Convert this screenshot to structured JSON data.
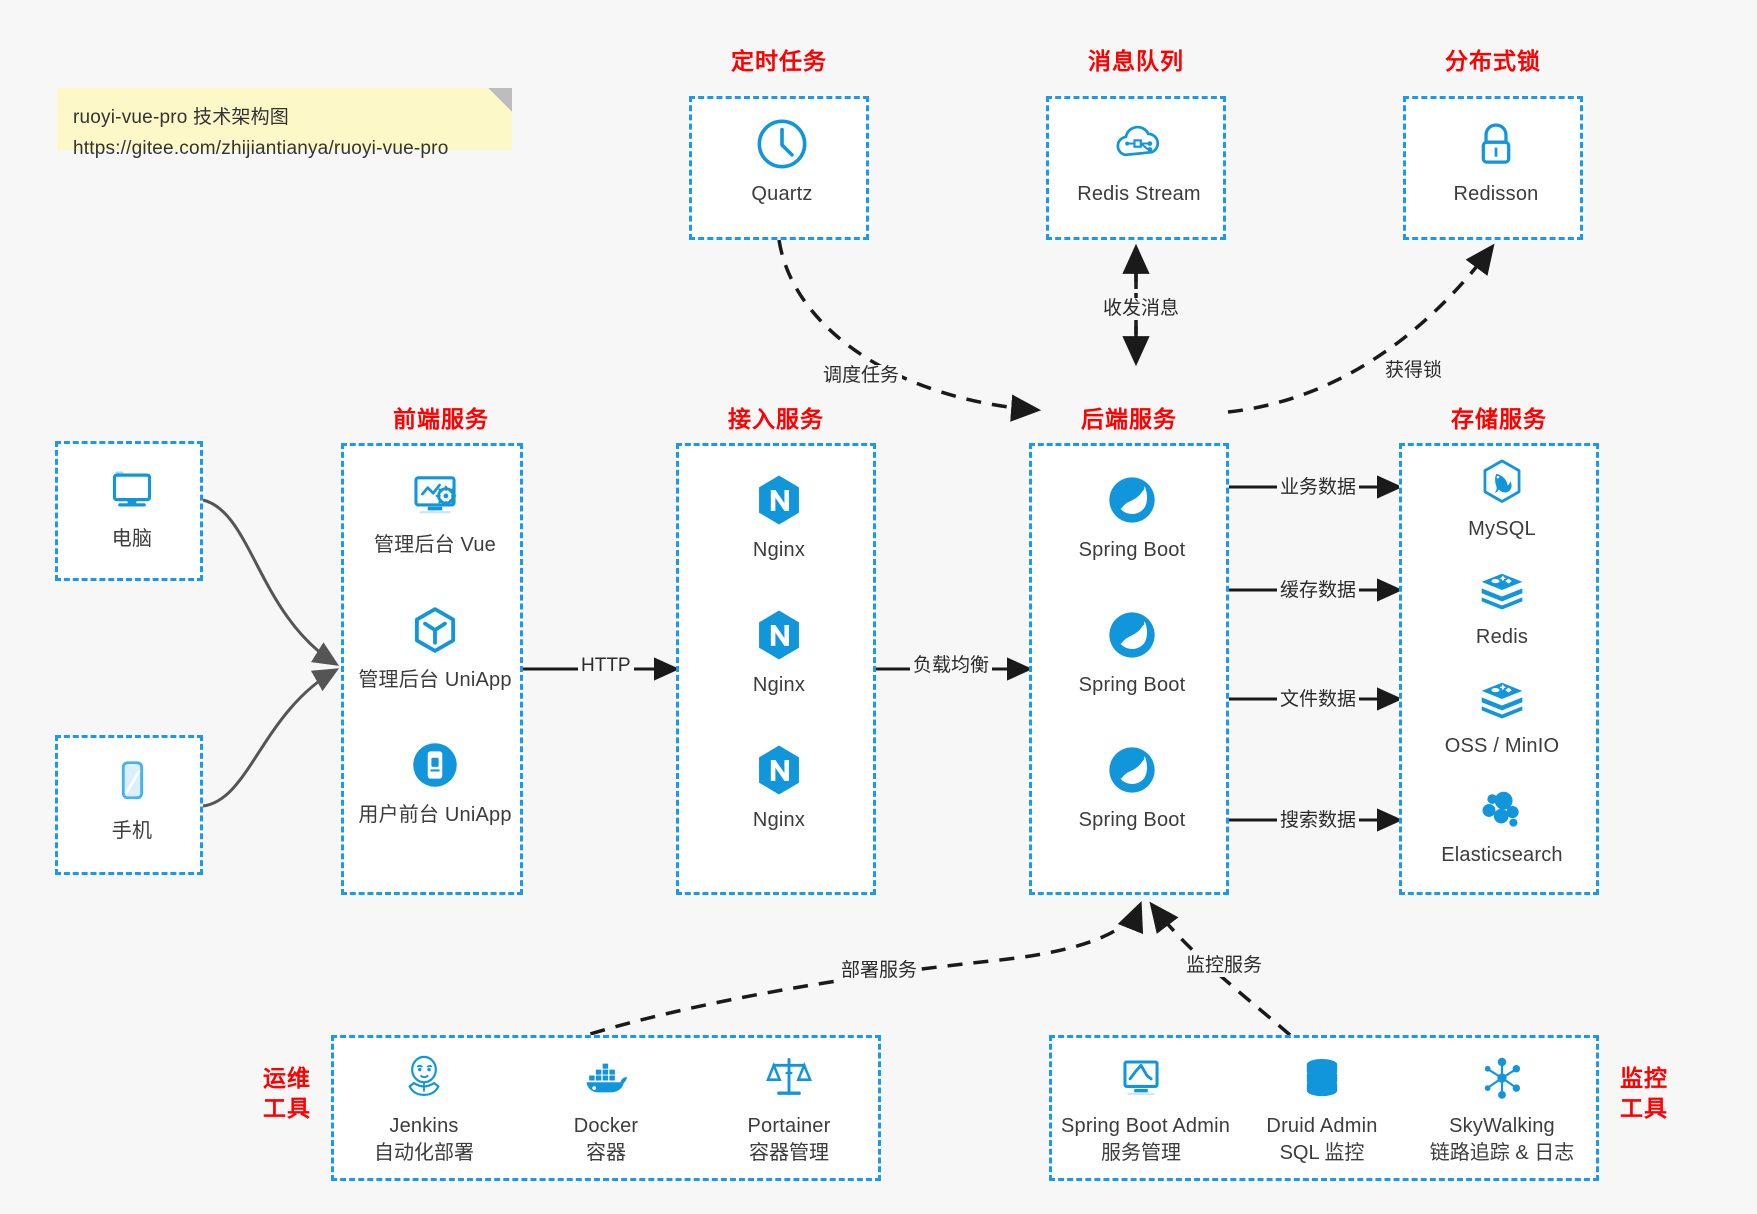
{
  "note": {
    "line1": "ruoyi-vue-pro 技术架构图",
    "line2": "https://gitee.com/zhijiantianya/ruoyi-vue-pro"
  },
  "colors": {
    "accent_blue": "#1a9aef",
    "icon_blue": "#1296db",
    "title_red": "#ff0000",
    "background": "#f7f7f7",
    "note_yellow": "#fcf8c8",
    "arrow_dark": "#1a1a1a",
    "curve_gray": "#555555"
  },
  "groups": {
    "scheduler": {
      "title": "定时任务",
      "nodes": [
        {
          "label": "Quartz",
          "icon": "clock-icon"
        }
      ]
    },
    "mq": {
      "title": "消息队列",
      "nodes": [
        {
          "label": "Redis Stream",
          "icon": "cloud-network-icon"
        }
      ]
    },
    "lock": {
      "title": "分布式锁",
      "nodes": [
        {
          "label": "Redisson",
          "icon": "lock-icon"
        }
      ]
    },
    "client_pc": {
      "nodes": [
        {
          "label": "电脑",
          "icon": "monitor-icon"
        }
      ]
    },
    "client_phone": {
      "nodes": [
        {
          "label": "手机",
          "icon": "phone-icon"
        }
      ]
    },
    "frontend": {
      "title": "前端服务",
      "nodes": [
        {
          "label": "管理后台 Vue",
          "icon": "dashboard-gear-icon"
        },
        {
          "label": "管理后台 UniApp",
          "icon": "hexagon-uniapp-icon"
        },
        {
          "label": "用户前台 UniApp",
          "icon": "mobile-app-icon"
        }
      ]
    },
    "gateway": {
      "title": "接入服务",
      "nodes": [
        {
          "label": "Nginx",
          "icon": "nginx-icon"
        },
        {
          "label": "Nginx",
          "icon": "nginx-icon"
        },
        {
          "label": "Nginx",
          "icon": "nginx-icon"
        }
      ]
    },
    "backend": {
      "title": "后端服务",
      "nodes": [
        {
          "label": "Spring Boot",
          "icon": "spring-boot-icon"
        },
        {
          "label": "Spring Boot",
          "icon": "spring-boot-icon"
        },
        {
          "label": "Spring Boot",
          "icon": "spring-boot-icon"
        }
      ]
    },
    "storage": {
      "title": "存储服务",
      "nodes": [
        {
          "label": "MySQL",
          "icon": "mysql-icon"
        },
        {
          "label": "Redis",
          "icon": "redis-icon"
        },
        {
          "label": "OSS / MinIO",
          "icon": "oss-minio-icon"
        },
        {
          "label": "Elasticsearch",
          "icon": "elasticsearch-icon"
        }
      ]
    },
    "devops": {
      "title_line1": "运维",
      "title_line2": "工具",
      "nodes": [
        {
          "label": "Jenkins",
          "sublabel": "自动化部署",
          "icon": "jenkins-icon"
        },
        {
          "label": "Docker",
          "sublabel": "容器",
          "icon": "docker-icon"
        },
        {
          "label": "Portainer",
          "sublabel": "容器管理",
          "icon": "scales-icon"
        }
      ]
    },
    "monitor": {
      "title_line1": "监控",
      "title_line2": "工具",
      "nodes": [
        {
          "label": "Spring Boot Admin",
          "sublabel": "服务管理",
          "icon": "chart-monitor-icon"
        },
        {
          "label": "Druid Admin",
          "sublabel": "SQL 监控",
          "icon": "database-icon"
        },
        {
          "label": "SkyWalking",
          "sublabel": "链路追踪 & 日志",
          "icon": "skywalking-icon"
        }
      ]
    }
  },
  "edges": [
    {
      "label": "调度任务",
      "from": "scheduler",
      "to": "backend",
      "style": "dashed"
    },
    {
      "label": "收发消息",
      "from": "backend",
      "to": "mq",
      "style": "dashed-bidirectional"
    },
    {
      "label": "获得锁",
      "from": "backend",
      "to": "lock",
      "style": "dashed"
    },
    {
      "label": "HTTP",
      "from": "frontend",
      "to": "gateway",
      "style": "solid"
    },
    {
      "label": "负载均衡",
      "from": "gateway",
      "to": "backend",
      "style": "solid"
    },
    {
      "label": "业务数据",
      "from": "backend",
      "to": "mysql",
      "style": "solid"
    },
    {
      "label": "缓存数据",
      "from": "backend",
      "to": "redis",
      "style": "solid"
    },
    {
      "label": "文件数据",
      "from": "backend",
      "to": "oss",
      "style": "solid"
    },
    {
      "label": "搜索数据",
      "from": "backend",
      "to": "elasticsearch",
      "style": "solid"
    },
    {
      "label": "部署服务",
      "from": "devops",
      "to": "backend",
      "style": "dashed"
    },
    {
      "label": "监控服务",
      "from": "monitor",
      "to": "backend",
      "style": "dashed"
    }
  ]
}
